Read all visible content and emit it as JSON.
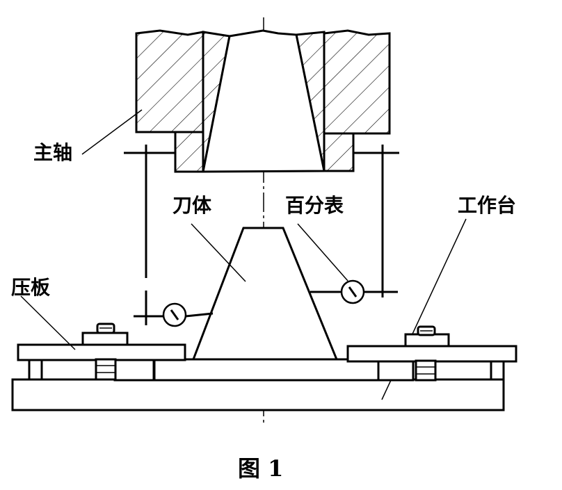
{
  "labels": {
    "spindle": "主轴",
    "cutter_body": "刀体",
    "dial_indicator": "百分表",
    "worktable": "工作台",
    "clamp_plate": "压板"
  },
  "caption": "图 1"
}
